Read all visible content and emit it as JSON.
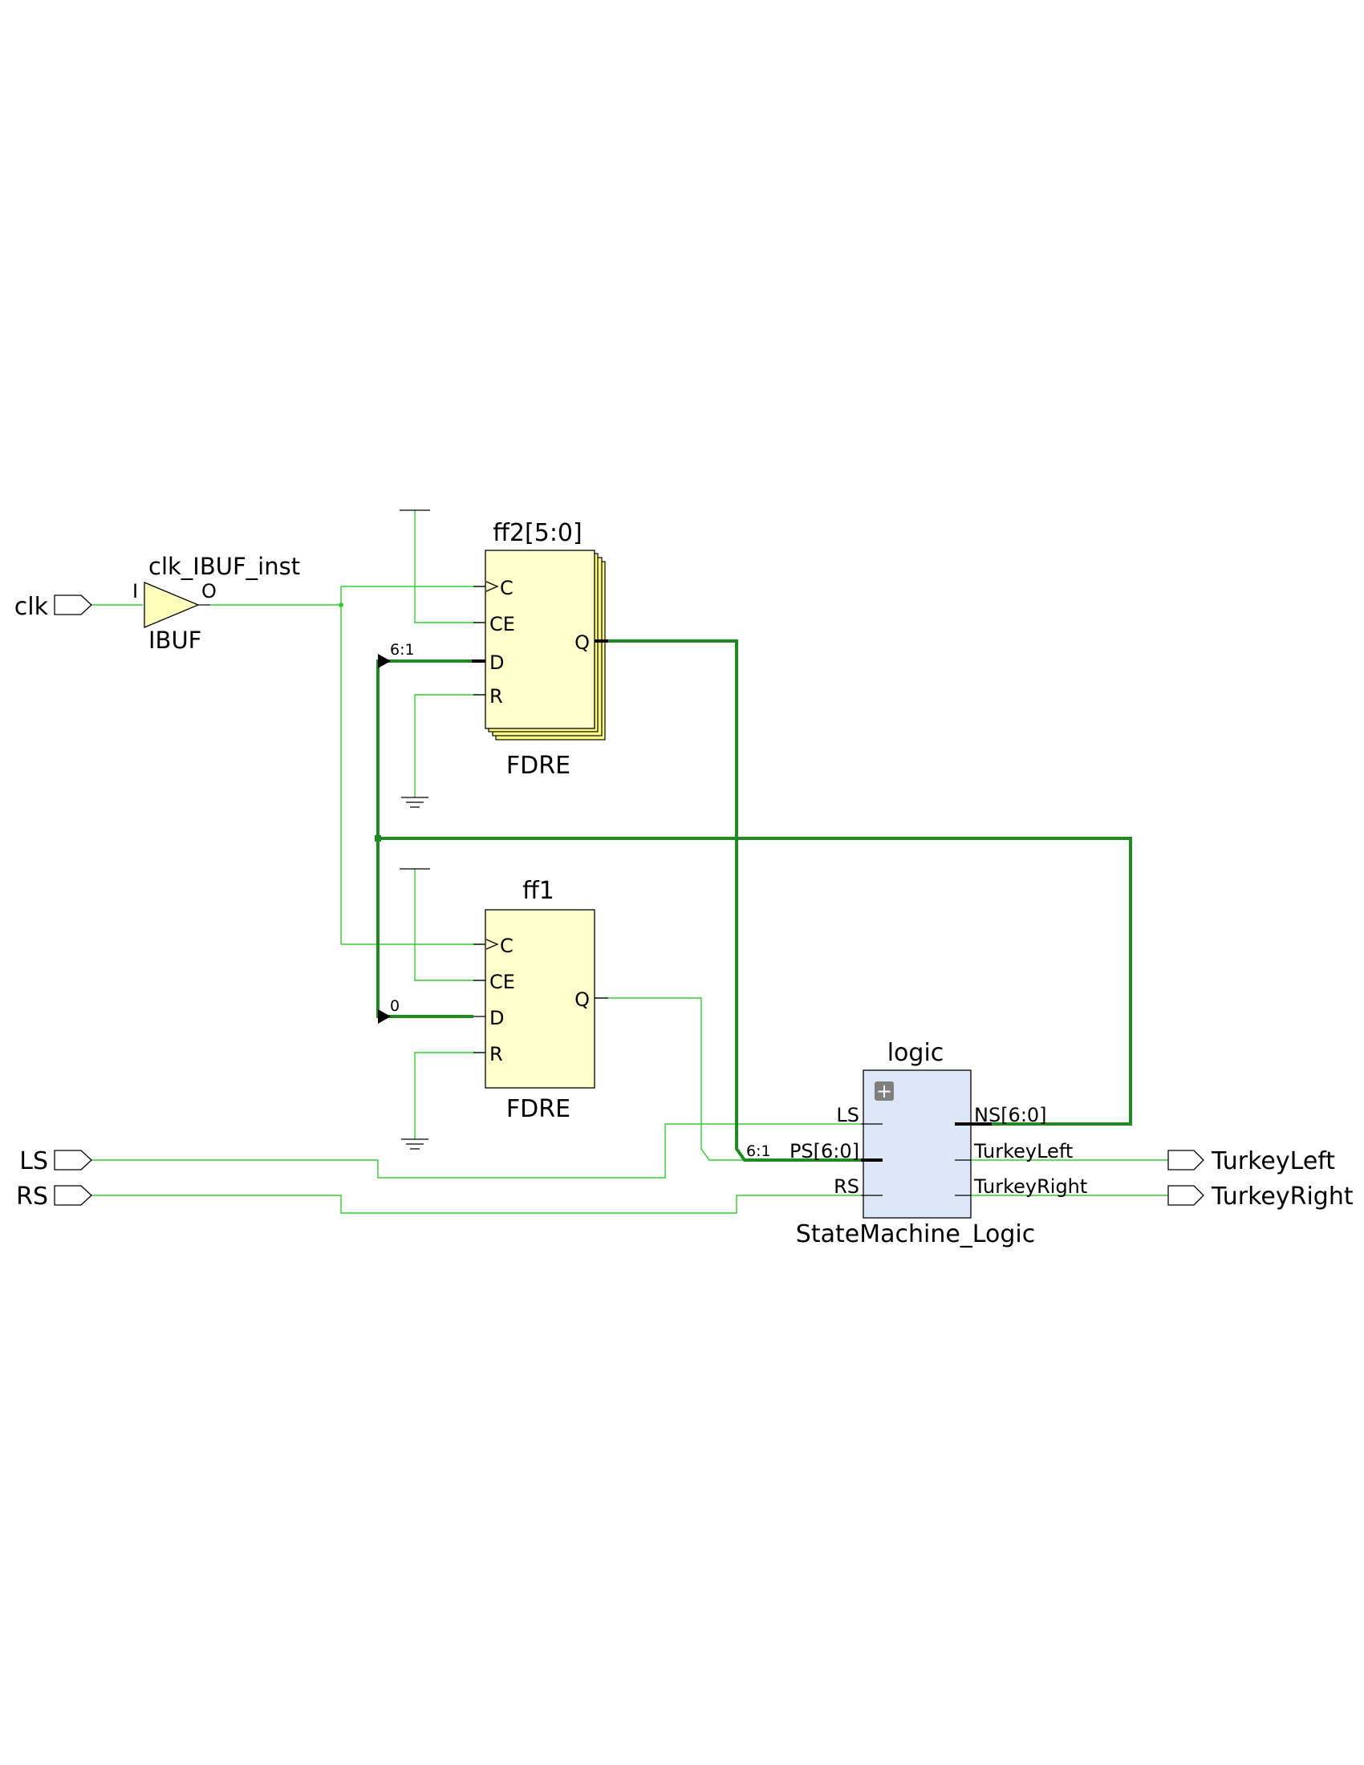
{
  "ports": {
    "clk": "clk",
    "ls": "LS",
    "rs": "RS",
    "turkey_left": "TurkeyLeft",
    "turkey_right": "TurkeyRight"
  },
  "ibuf": {
    "instance": "clk_IBUF_inst",
    "type": "IBUF",
    "pin_in": "I",
    "pin_out": "O"
  },
  "ff2": {
    "instance": "ff2[5:0]",
    "type": "FDRE",
    "pin_c": "C",
    "pin_ce": "CE",
    "pin_d": "D",
    "pin_r": "R",
    "pin_q": "Q",
    "d_bus_label": "6:1"
  },
  "ff1": {
    "instance": "ff1",
    "type": "FDRE",
    "pin_c": "C",
    "pin_ce": "CE",
    "pin_d": "D",
    "pin_r": "R",
    "pin_q": "Q",
    "d_bus_label": "0"
  },
  "logic": {
    "instance": "logic",
    "type": "StateMachine_Logic",
    "pin_ls": "LS",
    "pin_ps": "PS[6:0]",
    "pin_rs": "RS",
    "pin_ns": "NS[6:0]",
    "pin_turkey_left": "TurkeyLeft",
    "pin_turkey_right": "TurkeyRight",
    "ps_bus_label": "6:1",
    "expand_glyph": "+"
  },
  "colors": {
    "wire": "#33cc33",
    "bus": "#1f8a1f",
    "ff_fill": "#ffffcc",
    "ff_stack_fill": "#ffff88",
    "logic_fill": "#dce8f8",
    "buffer_fill": "#ffffbb"
  }
}
